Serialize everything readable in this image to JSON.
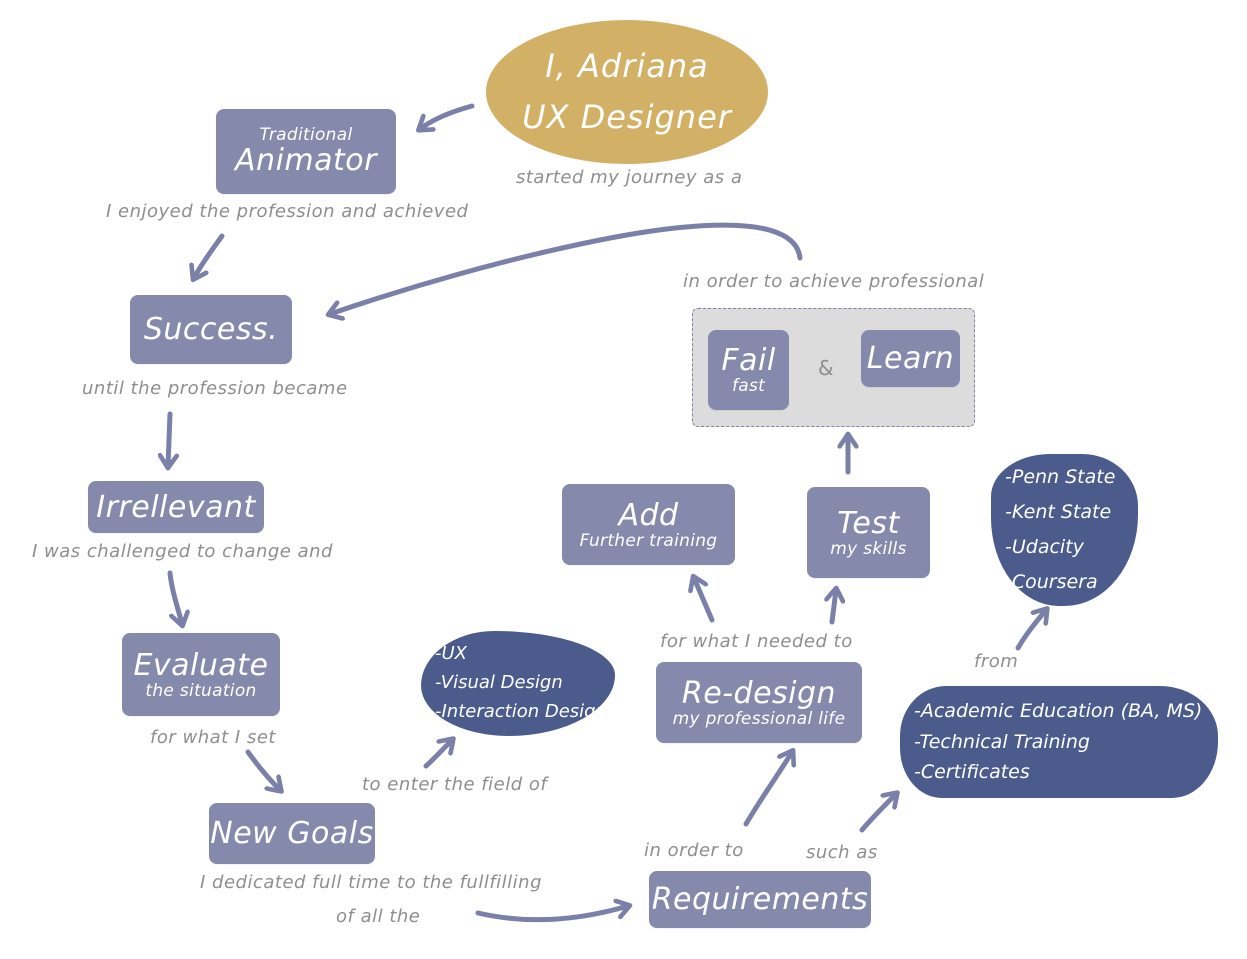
{
  "header": {
    "line1": "I, Adriana",
    "line2": "UX Designer"
  },
  "nodes": {
    "animator": {
      "top": "Traditional",
      "main": "Animator"
    },
    "success": {
      "main": "Success."
    },
    "irrelevant": {
      "main": "Irrellevant"
    },
    "evaluate": {
      "main": "Evaluate",
      "sub": "the situation"
    },
    "new_goals": {
      "main": "New Goals"
    },
    "requirements": {
      "main": "Requirements"
    },
    "redesign": {
      "main": "Re-design",
      "sub": "my professional life"
    },
    "add": {
      "main": "Add",
      "sub": "Further training"
    },
    "test": {
      "main": "Test",
      "sub": "my skills"
    },
    "fail": {
      "main": "Fail",
      "sub": "fast"
    },
    "learn": {
      "main": "Learn"
    },
    "ampersand": "&"
  },
  "labels": {
    "started": "started my journey as a",
    "enjoyed": "I enjoyed the profession and achieved",
    "until": "until the profession became",
    "challenged": "I was challenged to change and",
    "for_what_set": "for what I set",
    "enter_field": "to enter the field of",
    "dedicated_1": "I dedicated full time to the fullfilling",
    "dedicated_2": "of all the",
    "in_order_to": "in order to",
    "such_as": "such as",
    "for_what_needed": "for what I needed to",
    "from": "from",
    "achieve": "in order to achieve professional"
  },
  "blobs": {
    "fields": [
      "-UX",
      "-Visual Design",
      "-Interaction Design"
    ],
    "requirements_list": [
      "-Academic Education (BA, MS)",
      "-Technical Training",
      "-Certificates"
    ],
    "schools": [
      "-Penn State",
      "-Kent State",
      "-Udacity",
      "-Coursera"
    ]
  },
  "colors": {
    "node": "#8589ac",
    "blob": "#4b5b8c",
    "oval": "#d2b066",
    "label": "#8e8e8e",
    "arrow": "#7a80a8"
  }
}
